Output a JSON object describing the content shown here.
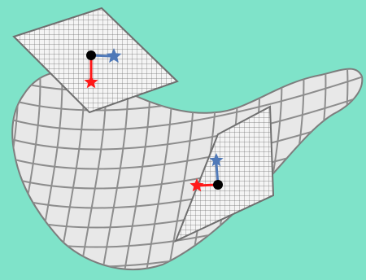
{
  "diagram": {
    "background_color": "#7fe3c9",
    "surface": {
      "fill": "#e8e8e8",
      "grid_color": "#8d8d8d"
    },
    "tangent_planes": [
      {
        "name": "upper-left",
        "fill": "#f4f4f4",
        "hatch_color": "#6f6f6f",
        "origin_point": {
          "color": "#000000"
        },
        "vectors": [
          {
            "color": "#4f79b8",
            "shape": "star"
          },
          {
            "color": "#ff1a1a",
            "shape": "star"
          }
        ]
      },
      {
        "name": "lower-right",
        "fill": "#f4f4f4",
        "hatch_color": "#6f6f6f",
        "origin_point": {
          "color": "#000000"
        },
        "vectors": [
          {
            "color": "#4f79b8",
            "shape": "star"
          },
          {
            "color": "#ff1a1a",
            "shape": "star"
          }
        ]
      }
    ]
  }
}
